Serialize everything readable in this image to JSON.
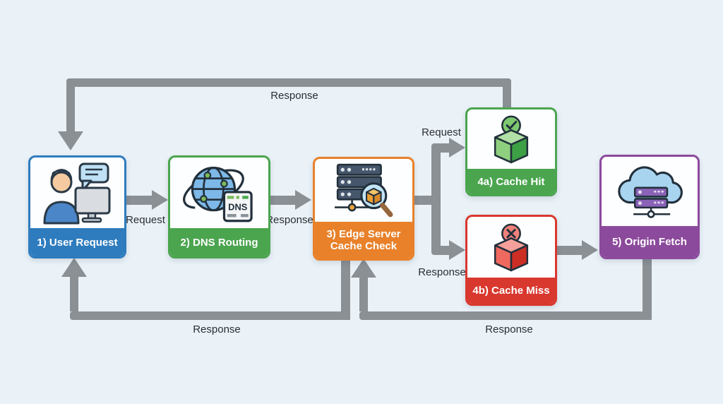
{
  "diagram": {
    "nodes": [
      {
        "id": "user-request",
        "label": "1) User Request",
        "color": "#2e7cbe",
        "icon": "user-computer-icon"
      },
      {
        "id": "dns-routing",
        "label": "2) DNS Routing",
        "color": "#4ba54f",
        "icon": "globe-dns-icon"
      },
      {
        "id": "edge-server",
        "label": "3) Edge Server Cache Check",
        "label_lines": [
          "3) Edge Server",
          "Cache Check"
        ],
        "color": "#e8812a",
        "icon": "server-magnifier-icon"
      },
      {
        "id": "cache-hit",
        "label": "4a) Cache Hit",
        "color": "#4ba54f",
        "icon": "cube-check-icon"
      },
      {
        "id": "cache-miss",
        "label": "4b) Cache Miss",
        "color": "#d9382e",
        "icon": "cube-x-icon"
      },
      {
        "id": "origin-fetch",
        "label": "5) Origin Fetch",
        "color": "#8c4a9c",
        "icon": "cloud-server-icon"
      }
    ],
    "edges": [
      {
        "from": "user-request",
        "to": "dns-routing",
        "label": "Request"
      },
      {
        "from": "dns-routing",
        "to": "edge-server",
        "label": "Response"
      },
      {
        "from": "edge-server",
        "to": "cache-hit",
        "label": "Request"
      },
      {
        "from": "edge-server",
        "to": "cache-miss",
        "label": "Response"
      },
      {
        "from": "cache-hit",
        "to": "user-request",
        "label": "Response"
      },
      {
        "from": "edge-server",
        "to": "user-request",
        "label": "Response"
      },
      {
        "from": "origin-fetch",
        "to": "edge-server",
        "label": "Response"
      },
      {
        "from": "cache-miss",
        "to": "origin-fetch",
        "label": ""
      }
    ],
    "colors": {
      "background": "#eaf2f8",
      "arrow": "#8b9095",
      "edge_label_text": "#2b2e33",
      "node_text": "#ffffff",
      "node_fill": "#fdfeff"
    }
  }
}
